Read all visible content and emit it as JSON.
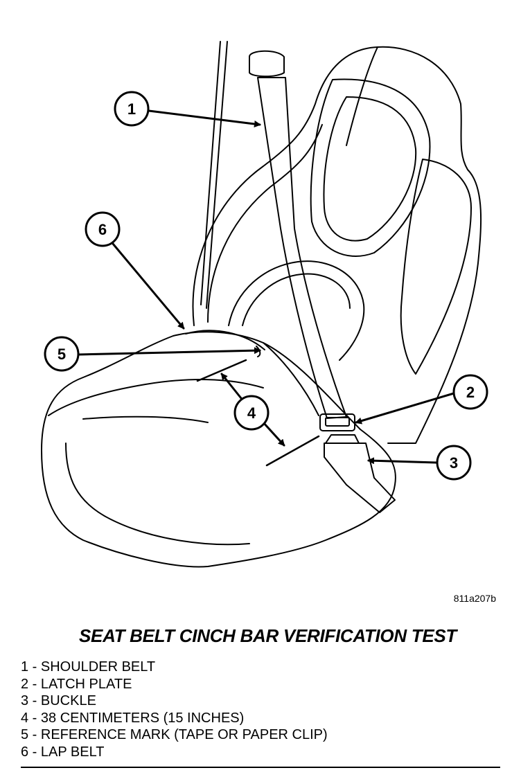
{
  "figure": {
    "code": "811a207b",
    "callouts": [
      "1",
      "2",
      "3",
      "4",
      "5",
      "6"
    ]
  },
  "title": "SEAT BELT CINCH BAR VERIFICATION TEST",
  "legend": [
    "1 - SHOULDER BELT",
    "2 - LATCH PLATE",
    "3 - BUCKLE",
    "4 - 38 CENTIMETERS (15 INCHES)",
    "5 - REFERENCE MARK (TAPE OR PAPER CLIP)",
    "6 - LAP BELT"
  ]
}
